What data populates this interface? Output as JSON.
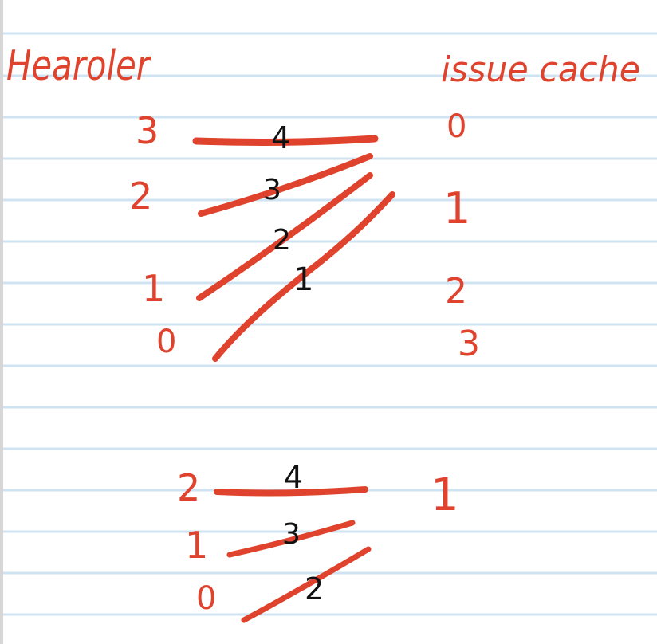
{
  "colors": {
    "paper": "#ffffff",
    "rule_line": "#cfe3f2",
    "margin_line": "#d6d6d6",
    "ink_red": "#e0432d",
    "ink_black": "#111111"
  },
  "headers": {
    "left": "Hearoler",
    "right": "issue cache"
  },
  "top_group": {
    "left_labels": [
      "3",
      "2",
      "1",
      "0"
    ],
    "stroke_labels": [
      "4",
      "3",
      "2",
      "1"
    ],
    "right_labels": [
      "0",
      "1",
      "2",
      "3"
    ]
  },
  "bottom_group": {
    "left_labels": [
      "2",
      "1",
      "0"
    ],
    "stroke_labels": [
      "4",
      "3",
      "2"
    ],
    "right_labels": [
      "1"
    ]
  }
}
